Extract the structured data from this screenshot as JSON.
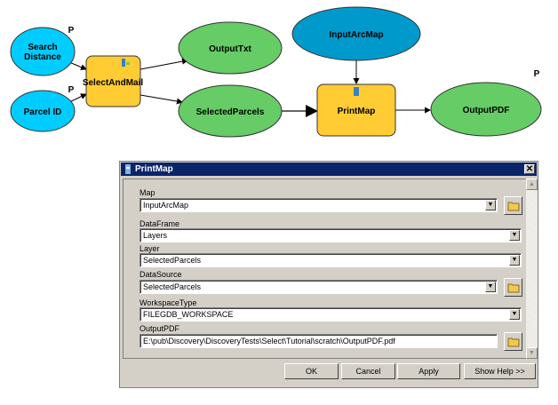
{
  "model": {
    "nodes": {
      "search_distance": [
        "Search",
        "Distance"
      ],
      "parcel_id": "Parcel ID",
      "select_and_mail": "SelectAndMail",
      "output_txt": "OutputTxt",
      "selected_parcels": "SelectedParcels",
      "input_arcmap": "InputArcMap",
      "print_map": "PrintMap",
      "output_pdf": "OutputPDF"
    },
    "parameter_marker": "P",
    "colors": {
      "input": "#00ccff",
      "input_dark": "#0099cc",
      "tool": "#ffcc33",
      "output": "#66cc66"
    }
  },
  "dialog": {
    "title": "PrintMap",
    "close_label": "✕",
    "fields": [
      {
        "label": "Map",
        "value": "InputArcMap"
      },
      {
        "label": "DataFrame",
        "value": "Layers"
      },
      {
        "label": "Layer",
        "value": "SelectedParcels"
      },
      {
        "label": "DataSource",
        "value": "SelectedParcels"
      },
      {
        "label": "WorkspaceType",
        "value": "FILEGDB_WORKSPACE"
      },
      {
        "label": "OutputPDF",
        "value": "E:\\pub\\Discovery\\DiscoveryTests\\Select\\Tutorial\\scratch\\OutputPDF.pdf"
      }
    ],
    "buttons": {
      "ok": "OK",
      "cancel": "Cancel",
      "apply": "Apply",
      "help": "Show Help >>"
    }
  }
}
